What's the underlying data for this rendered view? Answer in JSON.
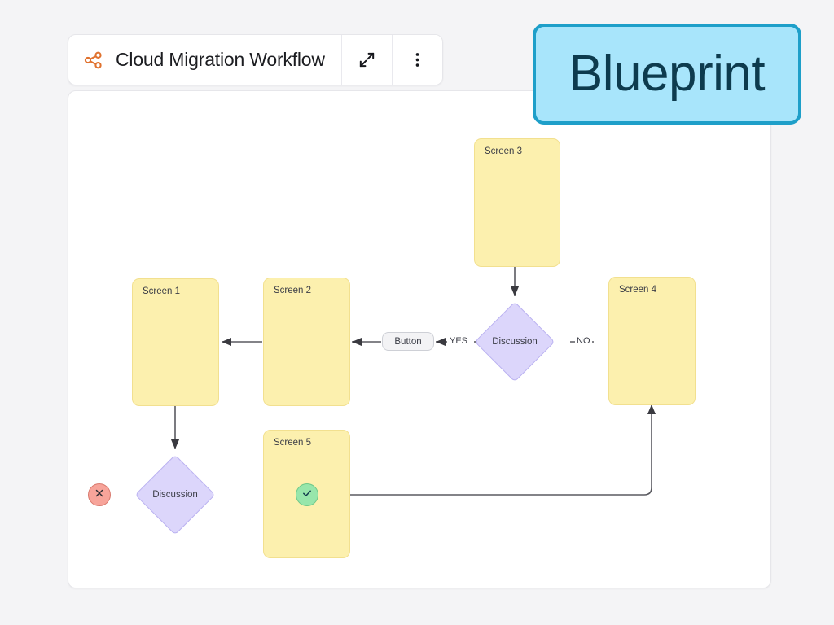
{
  "header": {
    "title": "Cloud Migration Workflow",
    "brand_icon": "workflow-nodes-icon",
    "brand_icon_color": "#E0722F",
    "buttons": [
      {
        "name": "expand-button",
        "icon": "expand-diagonal-arrows-icon"
      },
      {
        "name": "more-options-button",
        "icon": "kebab-menu-icon"
      }
    ]
  },
  "badge": {
    "label": "Blueprint",
    "fill_color": "#A8E5FB",
    "border_color": "#1E9FC9",
    "text_color": "#0D3B4E"
  },
  "canvas": {
    "background_color": "#FFFFFF",
    "border_color": "#E6E6EA"
  },
  "palette": {
    "screen_fill": "#FCF0AE",
    "screen_border": "#F2E08F",
    "decision_fill": "#DCD6FB",
    "decision_border": "#B9B0F0",
    "button_fill": "#F3F3F5",
    "reject_fill": "#F7A49A",
    "accept_fill": "#97E6AB",
    "edge_color": "#5A5A60",
    "page_background": "#F4F4F6"
  },
  "diagram": {
    "nodes": [
      {
        "id": "screen3",
        "type": "screen",
        "label": "Screen 3"
      },
      {
        "id": "screen1",
        "type": "screen",
        "label": "Screen 1"
      },
      {
        "id": "screen2",
        "type": "screen",
        "label": "Screen 2"
      },
      {
        "id": "screen4",
        "type": "screen",
        "label": "Screen 4"
      },
      {
        "id": "screen5",
        "type": "screen",
        "label": "Screen 5"
      },
      {
        "id": "discussion1",
        "type": "decision",
        "label": "Discussion"
      },
      {
        "id": "discussion2",
        "type": "decision",
        "label": "Discussion"
      },
      {
        "id": "button1",
        "type": "button",
        "label": "Button"
      },
      {
        "id": "reject1",
        "type": "status",
        "label": "",
        "icon": "close-circle-icon"
      },
      {
        "id": "accept1",
        "type": "status",
        "label": "",
        "icon": "check-circle-icon"
      }
    ],
    "edges": [
      {
        "from": "screen3",
        "to": "discussion1",
        "label": ""
      },
      {
        "from": "discussion1",
        "to": "button1",
        "label": "YES"
      },
      {
        "from": "discussion1",
        "to": "screen4",
        "label": "NO"
      },
      {
        "from": "button1",
        "to": "screen2",
        "label": ""
      },
      {
        "from": "screen2",
        "to": "screen1",
        "label": ""
      },
      {
        "from": "screen1",
        "to": "discussion2",
        "label": ""
      },
      {
        "from": "discussion2",
        "to": "reject1",
        "label": ""
      },
      {
        "from": "discussion2",
        "to": "accept1",
        "label": ""
      },
      {
        "from": "accept1",
        "to": "screen5",
        "label": ""
      },
      {
        "from": "screen5",
        "to": "screen4",
        "label": ""
      }
    ],
    "edge_labels": {
      "yes": "YES",
      "no": "NO"
    }
  }
}
